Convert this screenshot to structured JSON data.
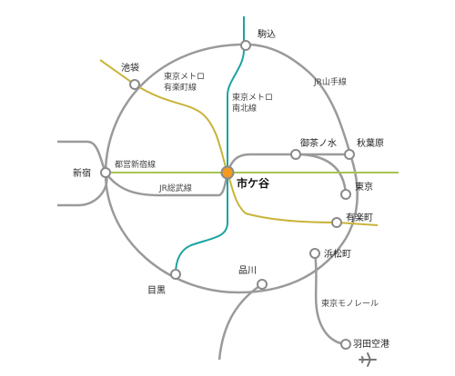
{
  "colors": {
    "jr_lines": "#9a9a9a",
    "yurakucho_line": "#c8b43a",
    "namboku_line": "#1aa3a3",
    "shinjuku_line": "#a8c452",
    "station_fill": "#ffffff",
    "station_stroke": "#8a8a8a",
    "current_station": "#f39a1e"
  },
  "lines": {
    "yamanote": "JR山手線",
    "yurakucho": "東京メトロ\n有楽町線",
    "namboku": "東京メトロ\n南北線",
    "toei_shinjuku": "都営新宿線",
    "sobu": "JR総武線",
    "monorail": "東京モノレール"
  },
  "stations": {
    "current": "市ケ谷",
    "komagome": "駒込",
    "ikebukuro": "池袋",
    "shinjuku": "新宿",
    "meguro": "目黒",
    "shinagawa": "品川",
    "ochanomizu": "御茶ノ水",
    "akihabara": "秋葉原",
    "tokyo": "東京",
    "yurakucho": "有楽町",
    "hamamatsucho": "浜松町",
    "haneda": "羽田空港"
  },
  "icons": {
    "airport": "airplane-icon"
  }
}
